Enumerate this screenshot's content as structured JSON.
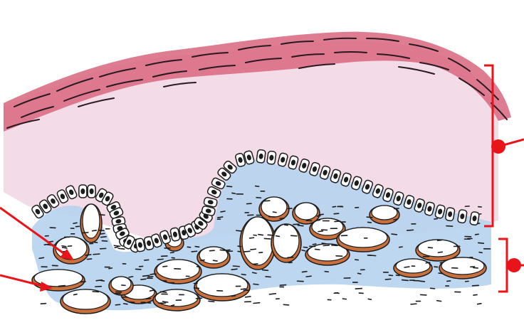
{
  "figure": {
    "kind": "histology-illustration",
    "colors": {
      "background": "#ffffff",
      "muscle": "#d96a82",
      "muscle_line": "#2a1a20",
      "stroma": "#f3dbe8",
      "lamina": "#b7d3ee",
      "cell_fill": "#ffffff",
      "cell_outline": "#1c1c1c",
      "nucleus": "#1c1c1c",
      "vessel_wall": "#c8703e",
      "pointer": "#e8141a"
    },
    "layers": [
      "muscle-layer",
      "connective-tissue",
      "epithelium",
      "lamina-propria",
      "blood-vessels"
    ],
    "pointers": [
      "pointer-vessel",
      "pointer-lamina",
      "bracket-upper",
      "bracket-lower"
    ]
  }
}
